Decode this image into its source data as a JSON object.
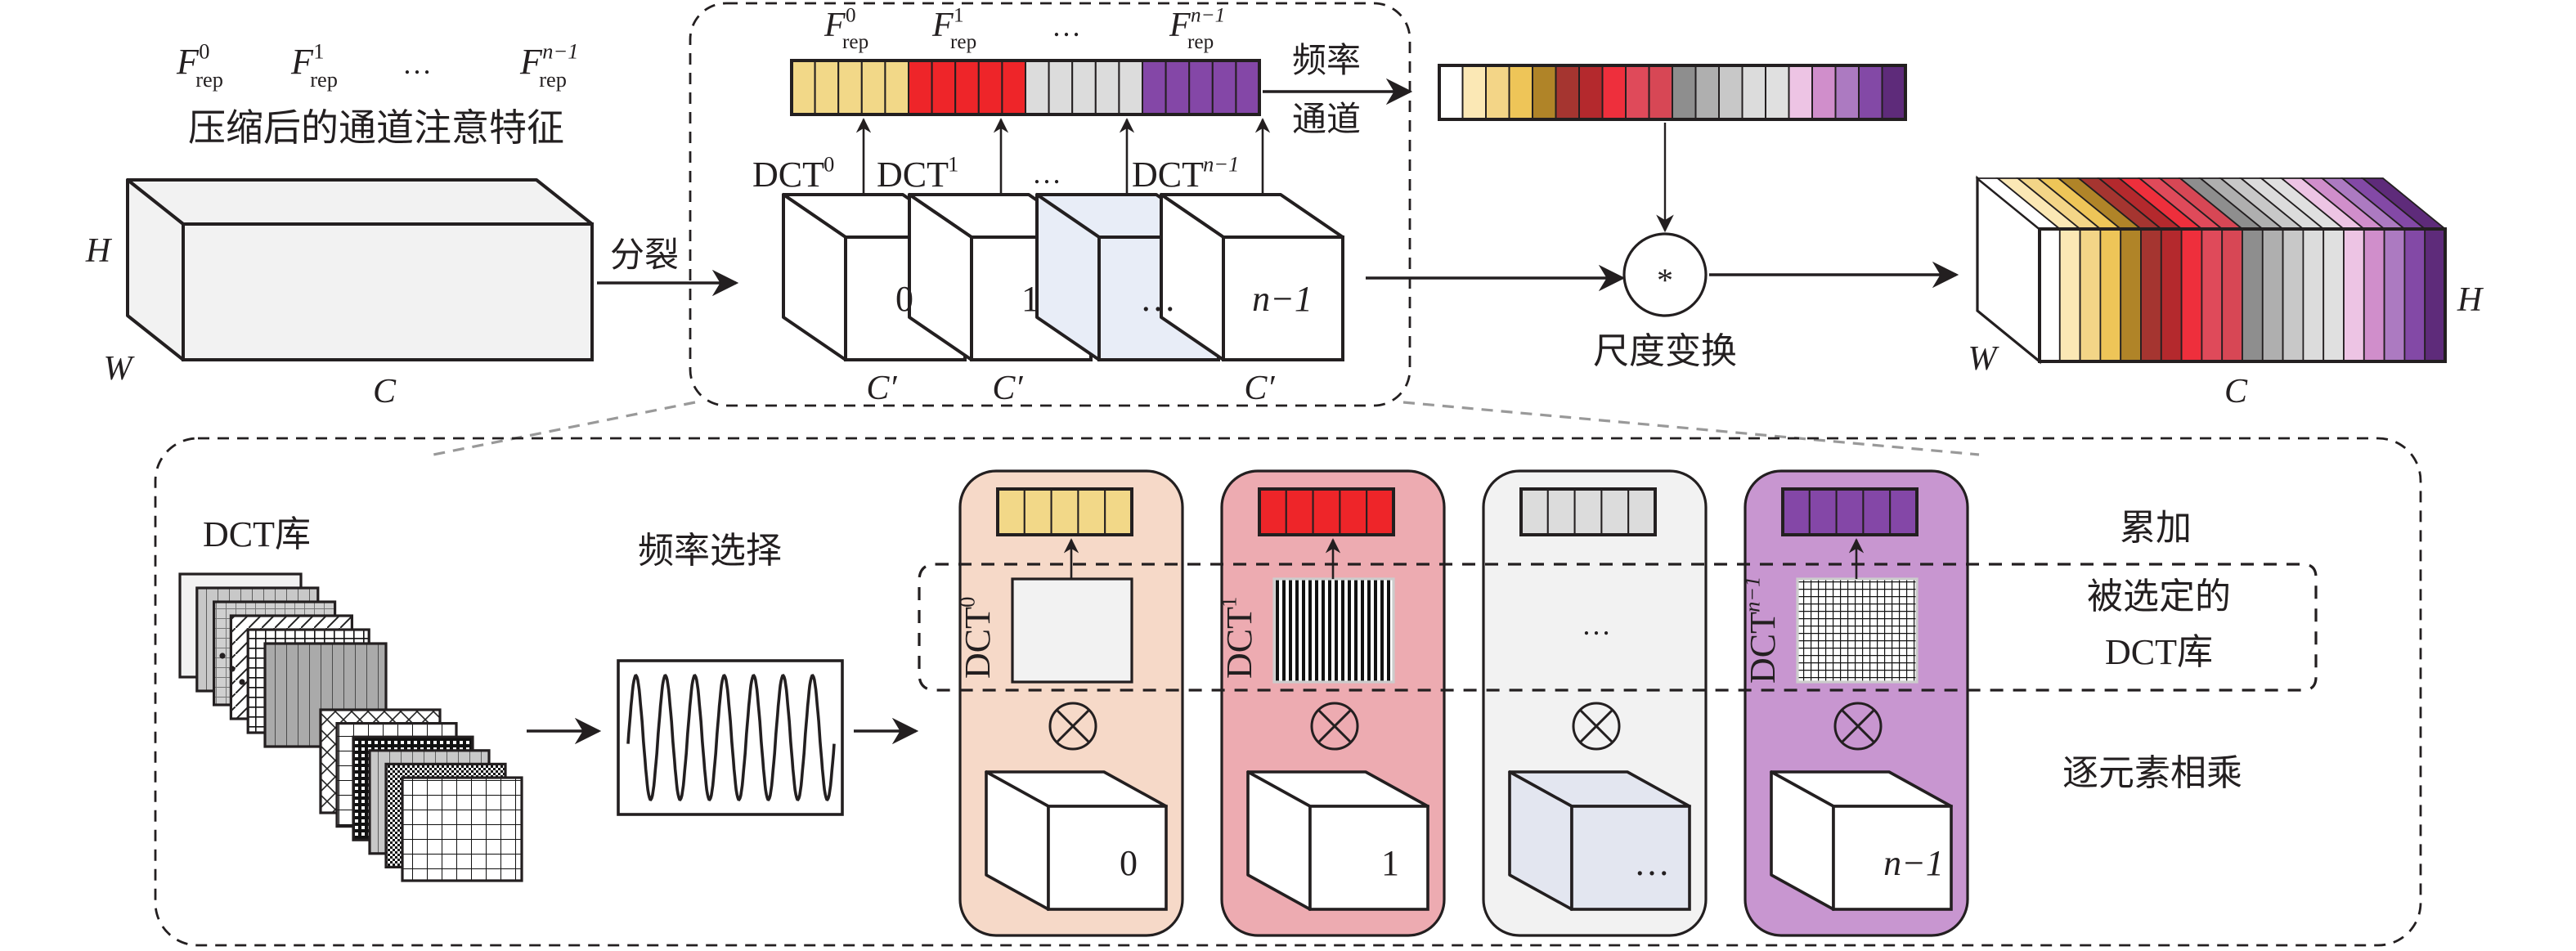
{
  "top_left": {
    "rep_labels": [
      {
        "base": "F",
        "sub": "rep",
        "sup": "0"
      },
      {
        "base": "F",
        "sub": "rep",
        "sup": "1"
      },
      {
        "base": "F",
        "sub": "rep",
        "sup": "n−1"
      }
    ],
    "ellipsis": "…",
    "caption": "压缩后的通道注意特征",
    "dims": {
      "H": "H",
      "W": "W",
      "C": "C"
    }
  },
  "split_label": "分裂",
  "split_block": {
    "rep_labels": [
      {
        "base": "F",
        "sub": "rep",
        "sup": "0"
      },
      {
        "base": "F",
        "sub": "rep",
        "sup": "1"
      },
      {
        "base": "F",
        "sub": "rep",
        "sup": "n−1"
      }
    ],
    "ellipsis": "…",
    "dct_labels": [
      {
        "base": "DCT",
        "sup": "0"
      },
      {
        "base": "DCT",
        "sup": "1"
      },
      {
        "base": "DCT",
        "sup": "n−1"
      }
    ],
    "slice_labels": [
      "0",
      "1",
      "…",
      "n−1"
    ],
    "channel_labels": [
      "C′",
      "C′",
      "C′"
    ],
    "bar_colors": [
      "#F2D888",
      "#EE2529",
      "#DCDCDC",
      "#8447A7"
    ]
  },
  "freq_channel_label": [
    "频率",
    "通道"
  ],
  "scale_op": {
    "symbol": "*",
    "label": "尺度变换"
  },
  "scaled_bar_colors": [
    "#FFFFFF",
    "#FBE8B5",
    "#F3D587",
    "#EEC558",
    "#B08428",
    "#A53530",
    "#B4292D",
    "#EE2F3C",
    "#DF4A5A",
    "#D74755",
    "#8E8E8E",
    "#AFAFAF",
    "#C8C8C8",
    "#DCDCDC",
    "#E0E0E0",
    "#EDC4E4",
    "#D08ECB",
    "#AC7AC1",
    "#8349A6",
    "#5E2B7A"
  ],
  "output_dims": {
    "H": "H",
    "W": "W",
    "C": "C"
  },
  "detail": {
    "dct_bank_label": "DCT库",
    "freq_select_label": "频率选择",
    "otimes": "⊗",
    "panels": [
      {
        "color": "#F6D9C8",
        "bar_color": "#F2D888",
        "dct": {
          "base": "DCT",
          "sup": "0"
        },
        "pattern": "blank",
        "slice": "0",
        "cube_color": "#FFFFFF"
      },
      {
        "color": "#EDABB1",
        "bar_color": "#EE2529",
        "dct": {
          "base": "DCT",
          "sup": "1"
        },
        "pattern": "stripes",
        "slice": "1",
        "cube_color": "#FFFFFF"
      },
      {
        "color": "#F2F2F2",
        "bar_color": "#DCDCDC",
        "dct": null,
        "pattern": "ellipsis",
        "pattern_text": "…",
        "slice": "…",
        "cube_color": "#E3E6F0"
      },
      {
        "color": "#C896D0",
        "bar_color": "#8447A7",
        "dct": {
          "base": "DCT",
          "sup": "n−1"
        },
        "pattern": "grid",
        "slice": "n−1",
        "cube_color": "#FFFFFF"
      }
    ],
    "accumulate_label": "累加",
    "selected_label": [
      "被选定的",
      "DCT库"
    ],
    "multiply_label": "逐元素相乘"
  }
}
